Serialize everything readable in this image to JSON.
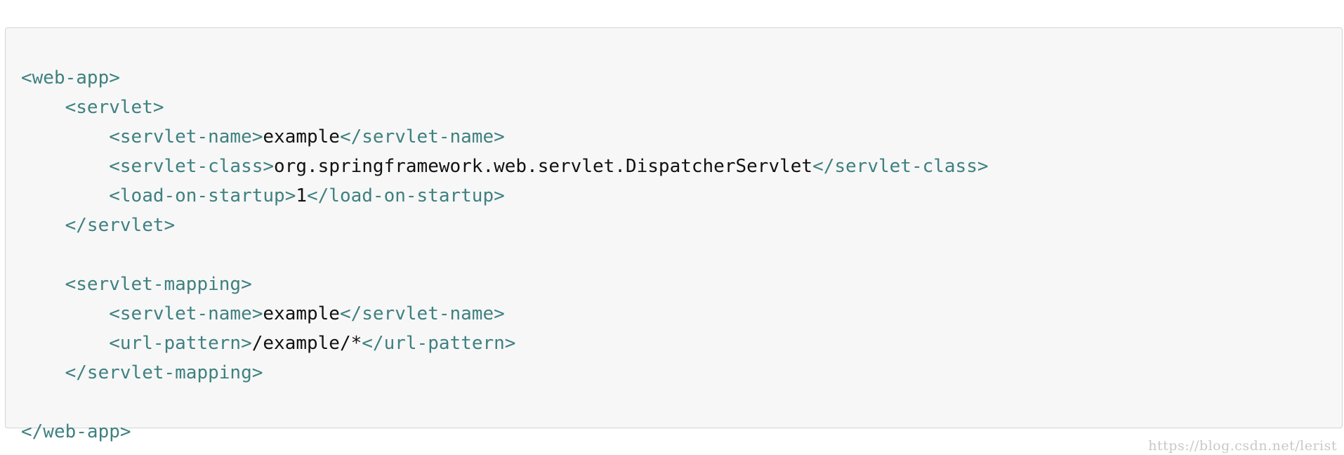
{
  "colors": {
    "background": "#ffffff",
    "code_background": "#f7f7f7",
    "code_border": "#d4d4d4",
    "tag": "#3f8080",
    "text": "#111111",
    "watermark": "#c8c8c8"
  },
  "code": {
    "language": "xml",
    "lines": [
      {
        "indent": "",
        "segments": [
          {
            "kind": "tag",
            "text": "<web-app>"
          }
        ]
      },
      {
        "indent": "    ",
        "segments": [
          {
            "kind": "tag",
            "text": "<servlet>"
          }
        ]
      },
      {
        "indent": "        ",
        "segments": [
          {
            "kind": "tag",
            "text": "<servlet-name>"
          },
          {
            "kind": "text",
            "text": "example"
          },
          {
            "kind": "tag",
            "text": "</servlet-name>"
          }
        ]
      },
      {
        "indent": "        ",
        "segments": [
          {
            "kind": "tag",
            "text": "<servlet-class>"
          },
          {
            "kind": "text",
            "text": "org.springframework.web.servlet.DispatcherServlet"
          },
          {
            "kind": "tag",
            "text": "</servlet-class>"
          }
        ]
      },
      {
        "indent": "        ",
        "segments": [
          {
            "kind": "tag",
            "text": "<load-on-startup>"
          },
          {
            "kind": "text",
            "text": "1"
          },
          {
            "kind": "tag",
            "text": "</load-on-startup>"
          }
        ]
      },
      {
        "indent": "    ",
        "segments": [
          {
            "kind": "tag",
            "text": "</servlet>"
          }
        ]
      },
      {
        "indent": "",
        "segments": []
      },
      {
        "indent": "    ",
        "segments": [
          {
            "kind": "tag",
            "text": "<servlet-mapping>"
          }
        ]
      },
      {
        "indent": "        ",
        "segments": [
          {
            "kind": "tag",
            "text": "<servlet-name>"
          },
          {
            "kind": "text",
            "text": "example"
          },
          {
            "kind": "tag",
            "text": "</servlet-name>"
          }
        ]
      },
      {
        "indent": "        ",
        "segments": [
          {
            "kind": "tag",
            "text": "<url-pattern>"
          },
          {
            "kind": "text",
            "text": "/example/*"
          },
          {
            "kind": "tag",
            "text": "</url-pattern>"
          }
        ]
      },
      {
        "indent": "    ",
        "segments": [
          {
            "kind": "tag",
            "text": "</servlet-mapping>"
          }
        ]
      },
      {
        "indent": "",
        "segments": []
      },
      {
        "indent": "",
        "segments": [
          {
            "kind": "tag",
            "text": "</web-app>"
          }
        ]
      }
    ]
  },
  "watermark": {
    "text": "https://blog.csdn.net/lerist"
  }
}
